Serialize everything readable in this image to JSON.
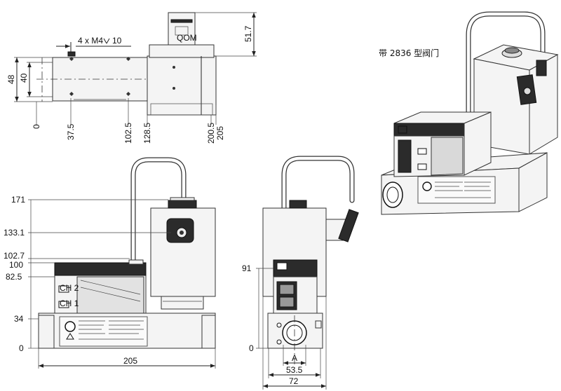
{
  "caption": "带 2836 型阀门",
  "top_view": {
    "thread_note": "4 x M4",
    "thread_depth": "10",
    "dim_left": [
      "48",
      "40"
    ],
    "dim_right": "51.7",
    "x_dims": [
      "0",
      "37.5",
      "102.5",
      "128.5",
      "200.5",
      "205"
    ]
  },
  "front_view": {
    "y_dims": [
      "171",
      "133.1",
      "102.7",
      "100",
      "82.5",
      "34",
      "0"
    ],
    "width": "205"
  },
  "side_view": {
    "y_dims": [
      "91",
      "0"
    ],
    "x_dims": [
      "A",
      "53.5",
      "72"
    ]
  },
  "labels": {
    "qom": "QOM",
    "ch1": "CH 1",
    "ch2": "CH 2"
  }
}
